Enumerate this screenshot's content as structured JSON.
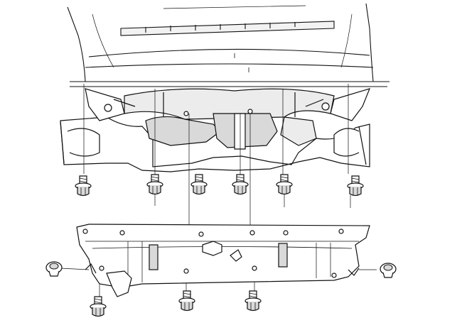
{
  "figure": {
    "type": "exploded-assembly-line-drawing",
    "background": "#ffffff",
    "ink": "#111111",
    "shade": "#d9d9d9",
    "upper_bolts": 6,
    "lower_bolts": 3,
    "side_clips": 2
  }
}
